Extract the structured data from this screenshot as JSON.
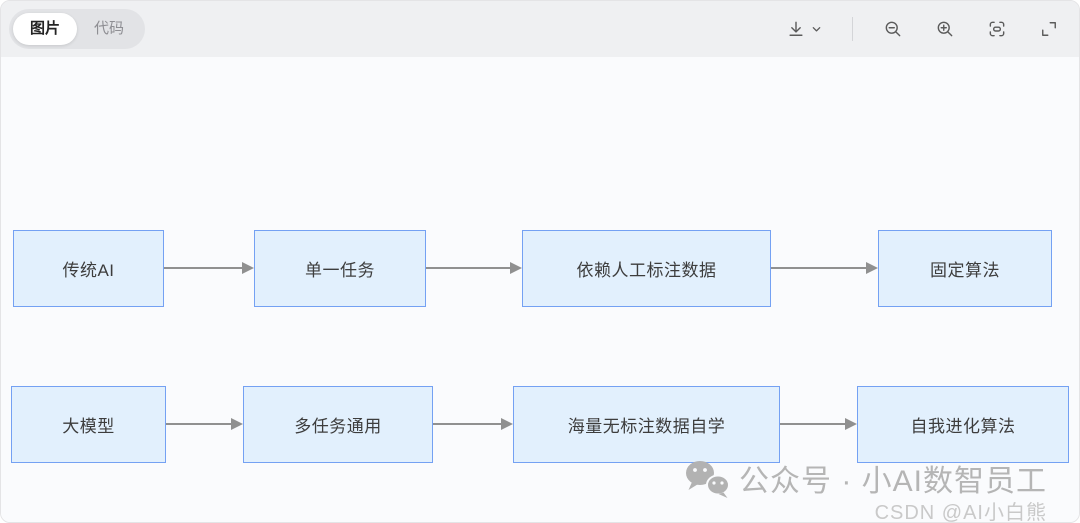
{
  "toolbar": {
    "tabs": [
      {
        "label": "图片",
        "active": true
      },
      {
        "label": "代码",
        "active": false
      }
    ],
    "icons": [
      "download-icon",
      "chevron-down-icon",
      "zoom-out-icon",
      "zoom-in-icon",
      "fit-screen-icon",
      "fullscreen-icon"
    ]
  },
  "diagram": {
    "type": "flowchart",
    "rows": [
      {
        "name": "traditional-ai-flow",
        "nodes": [
          "传统AI",
          "单一任务",
          "依赖人工标注数据",
          "固定算法"
        ]
      },
      {
        "name": "large-model-flow",
        "nodes": [
          "大模型",
          "多任务通用",
          "海量无标注数据自学",
          "自我进化算法"
        ]
      }
    ],
    "node_fill": "#e2f0fd",
    "node_border": "#74a1f3",
    "arrow_color": "#909090"
  },
  "watermark": {
    "brand": "公众号 · 小AI数智员工",
    "credit": "CSDN @AI小白熊",
    "icon": "wechat-icon"
  },
  "colors": {
    "toolbar_bg": "#eff0f2",
    "canvas_bg": "#fafbfd",
    "active_tab_bg": "#ffffff",
    "icon_gray": "#5b5b5b",
    "watermark_gray": "#b5b5b5"
  }
}
